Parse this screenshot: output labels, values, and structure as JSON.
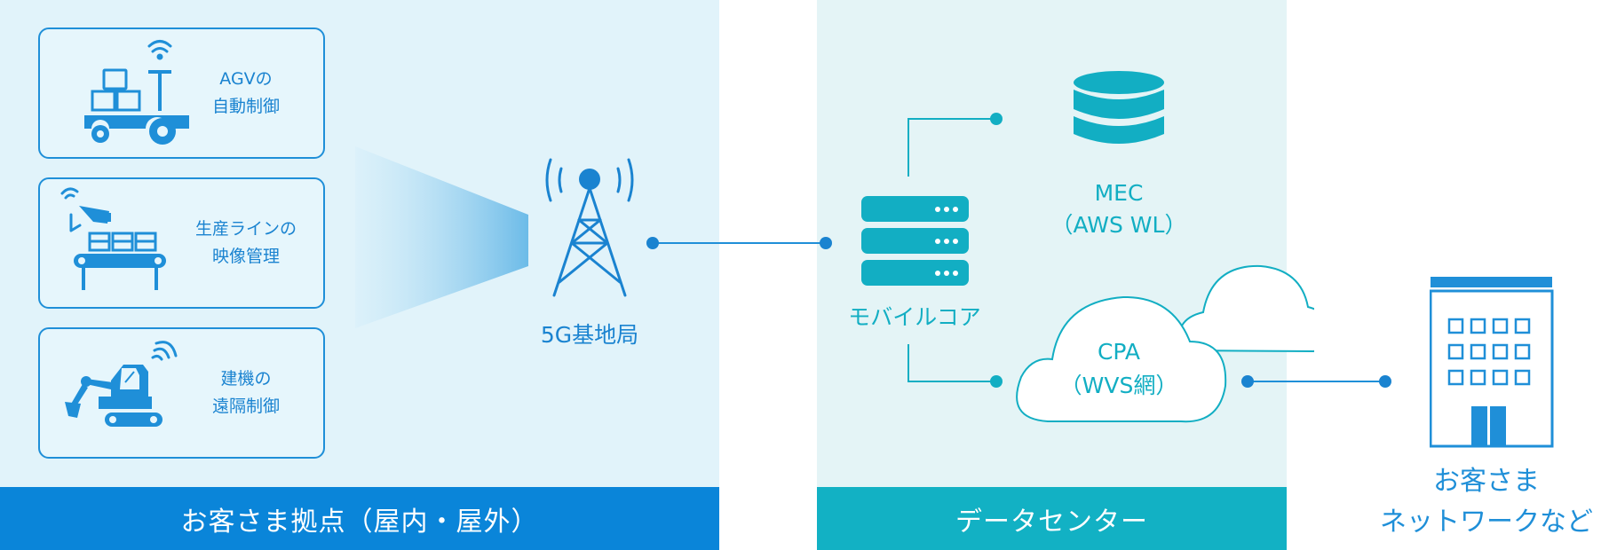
{
  "sites": {
    "bar_label": "お客さま拠点（屋内・屋外）",
    "cards": [
      {
        "line1": "AGVの",
        "line2": "自動制御",
        "icon": "agv-icon"
      },
      {
        "line1": "生産ラインの",
        "line2": "映像管理",
        "icon": "production-line-icon"
      },
      {
        "line1": "建機の",
        "line2": "遠隔制御",
        "icon": "excavator-icon"
      }
    ]
  },
  "base_station": {
    "label": "5G基地局",
    "icon": "antenna-tower-icon"
  },
  "datacenter": {
    "bar_label": "データセンター",
    "core_label": "モバイルコア",
    "mec_line1": "MEC",
    "mec_line2": "（AWS WL）",
    "cpa_line1": "CPA",
    "cpa_line2": "（WVS網）"
  },
  "customer": {
    "line1": "お客さま",
    "line2": "ネットワークなど",
    "icon": "building-icon"
  },
  "colors": {
    "blue": "#1f8fd8",
    "teal": "#12aec3",
    "left_bg": "#e1f3fa",
    "mid_bg": "#e4f4f6"
  }
}
